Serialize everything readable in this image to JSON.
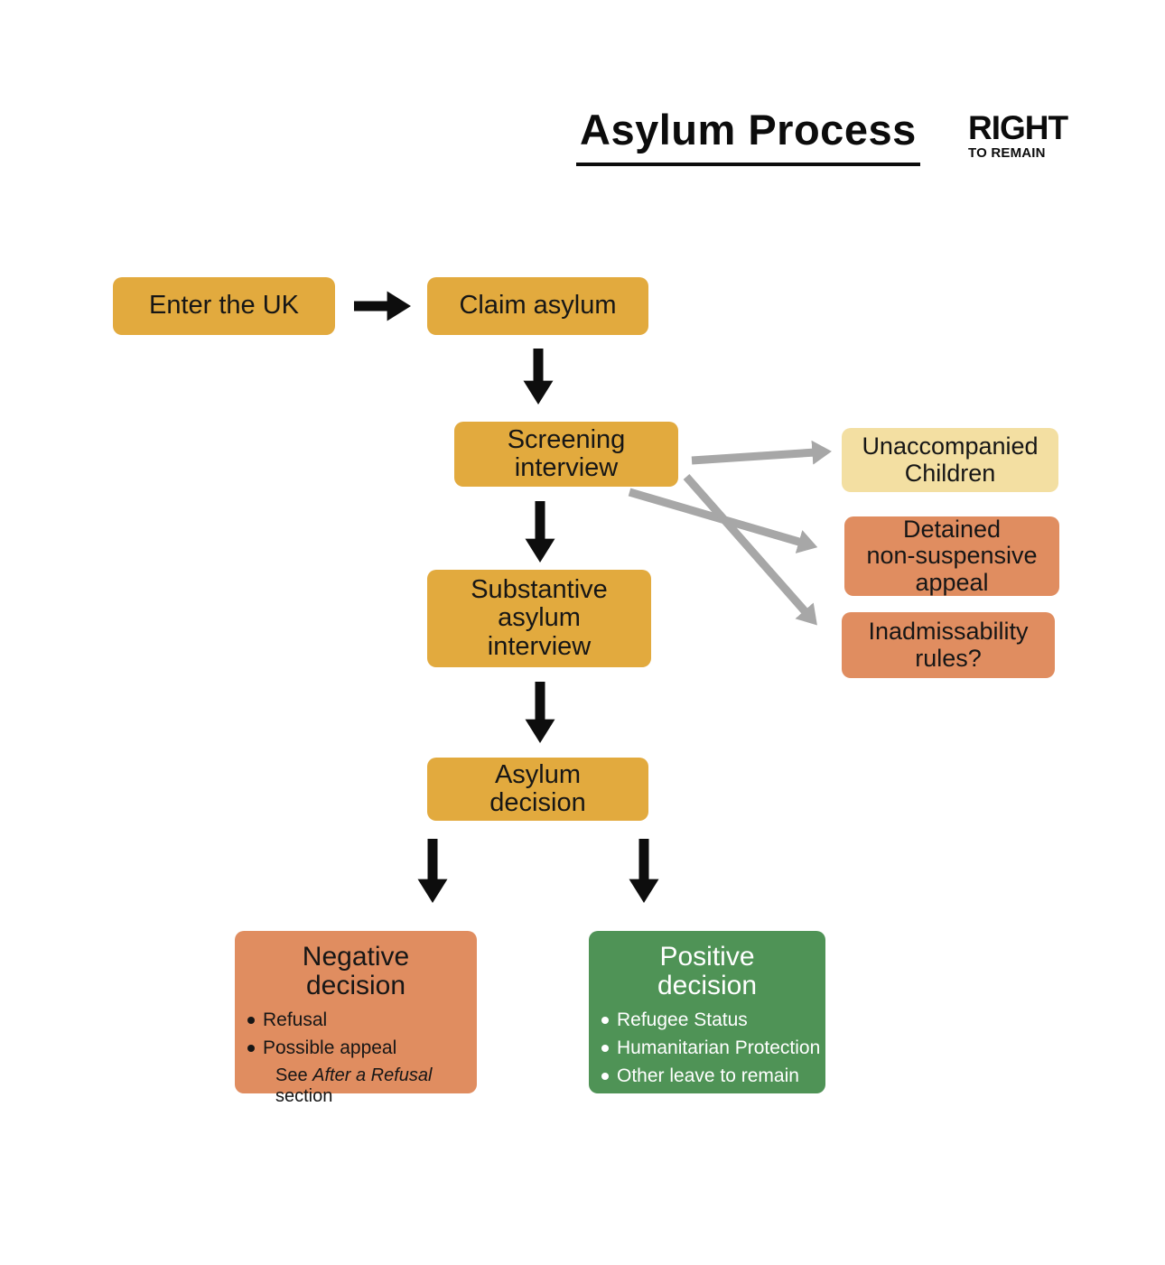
{
  "title": "Asylum Process",
  "logo": {
    "top": "RIGHT",
    "bottom": "TO REMAIN"
  },
  "colors": {
    "gold": "#e2aa3e",
    "cream": "#f3dfa2",
    "orange": "#e08d60",
    "green": "#4f9356",
    "arrow_black": "#0d0d0d",
    "arrow_gray": "#a7a7a7"
  },
  "nodes": {
    "enter_uk": {
      "lines": [
        "Enter the UK"
      ]
    },
    "claim_asylum": {
      "lines": [
        "Claim asylum"
      ]
    },
    "screening_interview": {
      "lines": [
        "Screening",
        "interview"
      ]
    },
    "substantive_interview": {
      "lines": [
        "Substantive",
        "asylum",
        "interview"
      ]
    },
    "asylum_decision": {
      "lines": [
        "Asylum",
        "decision"
      ]
    },
    "unaccompanied_children": {
      "lines": [
        "Unaccompanied",
        "Children"
      ]
    },
    "detained_appeal": {
      "lines": [
        "Detained",
        "non-suspensive",
        "appeal"
      ]
    },
    "inadmissability_rules": {
      "lines": [
        "Inadmissability",
        "rules?"
      ]
    },
    "negative_decision": {
      "title_lines": [
        "Negative",
        "decision"
      ],
      "bullets": [
        "Refusal",
        "Possible appeal"
      ],
      "note": {
        "prefix": "See ",
        "italic": "After a Refusal",
        "suffix": " section"
      }
    },
    "positive_decision": {
      "title_lines": [
        "Positive",
        "decision"
      ],
      "bullets": [
        "Refugee Status",
        "Humanitarian Protection",
        "Other leave to remain"
      ]
    }
  }
}
